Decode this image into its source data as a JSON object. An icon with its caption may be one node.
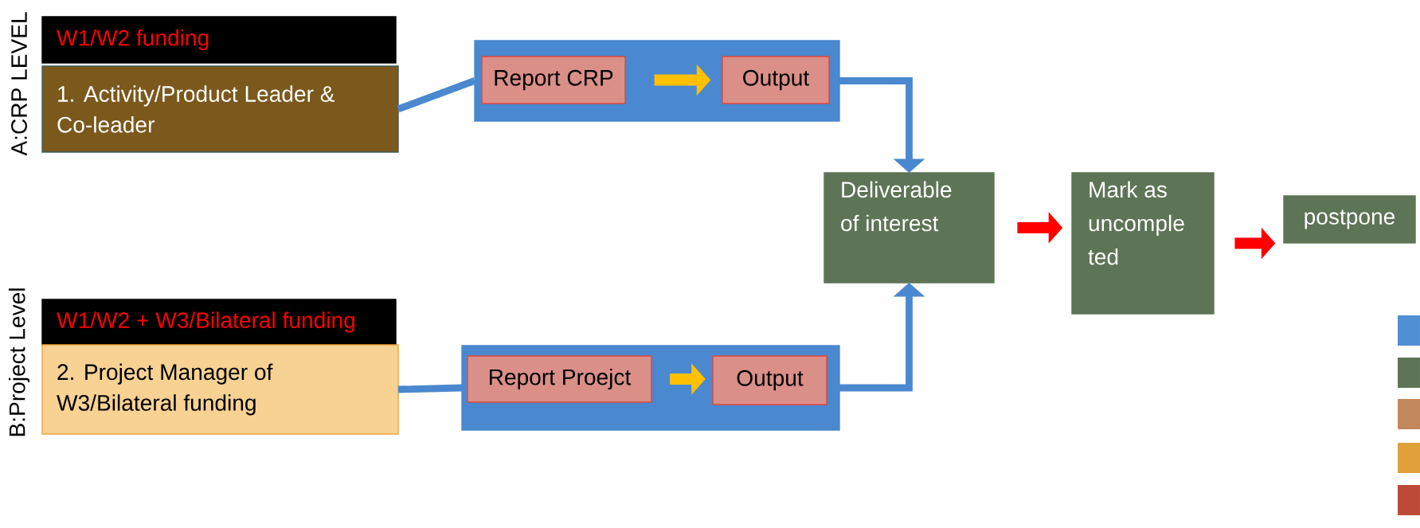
{
  "diagram": {
    "nodes": [
      {
        "text": [
          "W1/W2 funding"
        ]
      },
      {
        "text": [
          "1. Activity/Product Leader & Co-leader"
        ]
      },
      {
        "text": [],
        "shape": "box"
      },
      {
        "text": [
          "Report CRP"
        ],
        "in": 2
      },
      {
        "text": [
          "Output"
        ],
        "in": 2
      },
      {
        "text": [
          "W1/W2 + W3/Bilateral funding"
        ]
      },
      {
        "text": [
          "2. Project Manager of W3/Bilateral funding"
        ]
      },
      {
        "text": [],
        "shape": "box"
      },
      {
        "text": [
          "Report Proejct"
        ],
        "in": 7
      },
      {
        "text": [
          "Output"
        ],
        "in": 7
      },
      {
        "text": [
          "Deliverable of interest"
        ]
      },
      {
        "text": [
          "Mark as uncomple ted"
        ]
      },
      {
        "text": [
          "postpone"
        ]
      }
    ],
    "edges": [
      {
        "from": 1,
        "to": 2,
        "arrow": "none"
      },
      {
        "from": 3,
        "to": 4,
        "arrow": "to",
        "color": "#ffc000"
      },
      {
        "from": 2,
        "to": 10,
        "arrow": "to"
      },
      {
        "from": 6,
        "to": 7,
        "arrow": "none"
      },
      {
        "from": 8,
        "to": 9,
        "arrow": "to",
        "color": "#ffc000"
      },
      {
        "from": 7,
        "to": 10,
        "arrow": "to"
      },
      {
        "from": 10,
        "to": 11,
        "arrow": "to",
        "color": "#ff0000"
      },
      {
        "from": 11,
        "to": 12,
        "arrow": "to",
        "color": "#ff0000"
      }
    ],
    "labels": [
      "A:CRP LEVEL",
      "B:Project Level"
    ]
  }
}
